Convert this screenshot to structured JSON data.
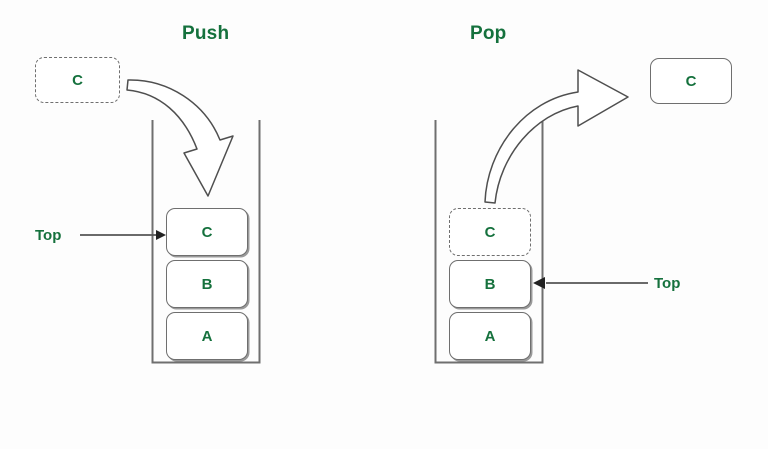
{
  "diagram": {
    "title_push": "Push",
    "title_pop": "Pop",
    "accent_green": "#15713d",
    "outline_gray": "#6f6f6f",
    "shadow_gray": "#9a9a9a",
    "background": "#fdfdfd"
  },
  "push": {
    "title": "Push",
    "incoming_element": "C",
    "top_label": "Top",
    "stack_cells": [
      {
        "label": "C",
        "style": "solid",
        "is_top": true
      },
      {
        "label": "B",
        "style": "solid",
        "is_top": false
      },
      {
        "label": "A",
        "style": "solid",
        "is_top": false
      }
    ],
    "arrow": "curved-arrow-down-into-stack"
  },
  "pop": {
    "title": "Pop",
    "outgoing_element": "C",
    "top_label": "Top",
    "stack_cells": [
      {
        "label": "C",
        "style": "dashed",
        "is_top": false
      },
      {
        "label": "B",
        "style": "solid",
        "is_top": true
      },
      {
        "label": "A",
        "style": "solid",
        "is_top": false
      }
    ],
    "arrow": "curved-arrow-up-out-of-stack"
  }
}
